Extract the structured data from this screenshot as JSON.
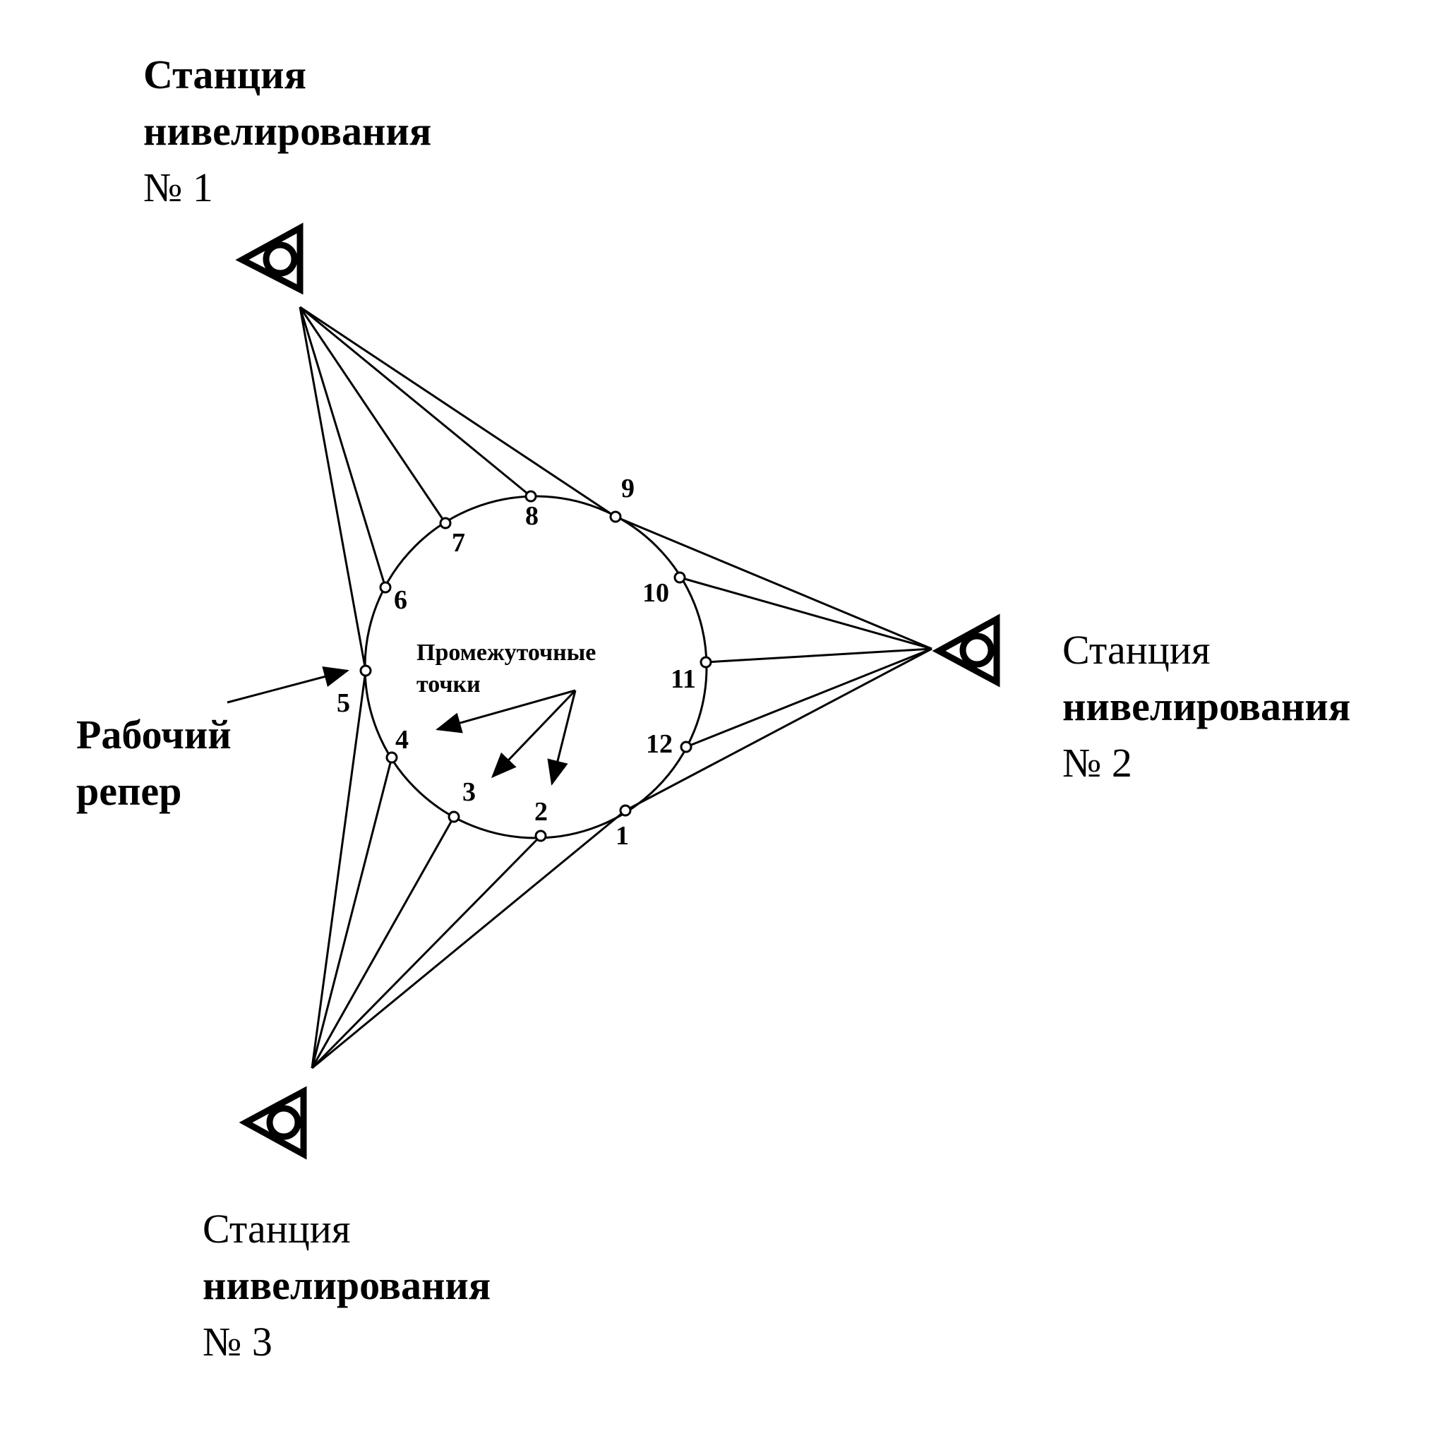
{
  "stations": [
    {
      "id": "station-1",
      "line1": "Станция",
      "line2": "нивелирования",
      "line3": "№ 1"
    },
    {
      "id": "station-2",
      "line1": "Станция",
      "line2": "нивелирования",
      "line3": "№ 2"
    },
    {
      "id": "station-3",
      "line1": "Станция",
      "line2": "нивелирования",
      "line3": "№ 3"
    }
  ],
  "benchmark": {
    "line1": "Рабочий",
    "line2": "репер"
  },
  "intermediate": {
    "line1": "Промежуточные",
    "line2": "точки"
  },
  "points": [
    "1",
    "2",
    "3",
    "4",
    "5",
    "6",
    "7",
    "8",
    "9",
    "10",
    "11",
    "12"
  ]
}
